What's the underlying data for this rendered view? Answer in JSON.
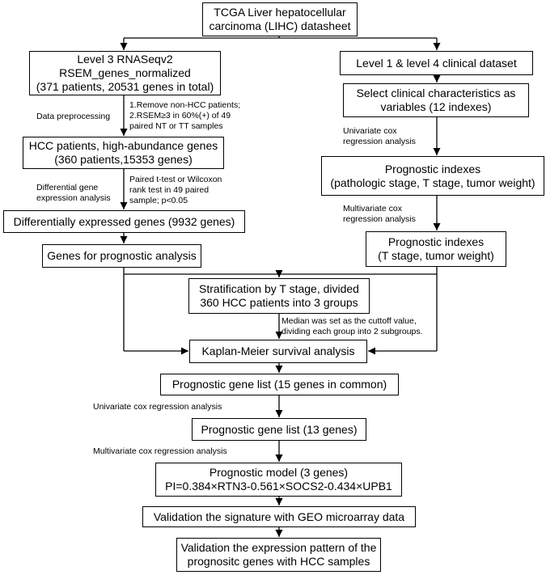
{
  "boxes": {
    "tcga": [
      "TCGA Liver hepatocellular",
      "carcinoma  (LIHC) datasheet"
    ],
    "level3": [
      "Level 3 RNASeqv2",
      "RSEM_genes_normalized",
      "(371 patients, 20531 genes in total)"
    ],
    "clinical": [
      "Level 1 & level 4 clinical  dataset"
    ],
    "select_clinical": [
      "Select clinical  characteristics  as",
      "variables (12 indexes)"
    ],
    "hcc_patients": [
      "HCC patients, high-abundance genes",
      "(360 patients,15353 genes)"
    ],
    "prognostic_indexes_1": [
      "Prognostic indexes",
      "(pathologic stage, T stage, tumor weight)"
    ],
    "deg": [
      "Differentially expressed genes (9932 genes)"
    ],
    "prognostic_indexes_2": [
      "Prognostic indexes",
      "(T stage, tumor weight)"
    ],
    "genes_prognostic": [
      "Genes for prognostic analysis"
    ],
    "stratification": [
      "Stratification by T stage, divided",
      "360 HCC patients into 3 groups"
    ],
    "km": [
      "Kaplan-Meier survival analysis"
    ],
    "list15": [
      "Prognostic gene list (15 genes in common)"
    ],
    "list13": [
      "Prognostic gene list (13 genes)"
    ],
    "model": [
      "Prognostic model (3 genes)",
      "PI=0.384×RTN3-0.561×SOCS2-0.434×UPB1"
    ],
    "validation_geo": [
      "Validation the signature with GEO microarray data"
    ],
    "validation_expr": [
      "Validation the expression pattern of the",
      "prognositc genes with HCC samples"
    ]
  },
  "labels": {
    "data_preprocessing": [
      "Data preprocessing"
    ],
    "preprocessing_steps": [
      "1.Remove non-HCC patients;",
      "2.RSEM≥3 in 60%(+) of 49",
      "paired NT or TT samples"
    ],
    "differential": [
      "Differential gene",
      "expression analysis"
    ],
    "ttest": [
      "Paired t-test or Wilcoxon",
      "rank test in 49 paired",
      "sample; p<0.05"
    ],
    "univariate_right": [
      "Univariate cox",
      "regression analysis"
    ],
    "multivariate_right": [
      "Multivariate cox",
      "regression analysis"
    ],
    "median": [
      "Median was set as the cuttoff value,",
      "dividing each group into 2 subgroups."
    ],
    "univariate_bottom": [
      "Univariate cox regression analysis"
    ],
    "multivariate_bottom": [
      "Multivariate cox regression analysis"
    ]
  }
}
